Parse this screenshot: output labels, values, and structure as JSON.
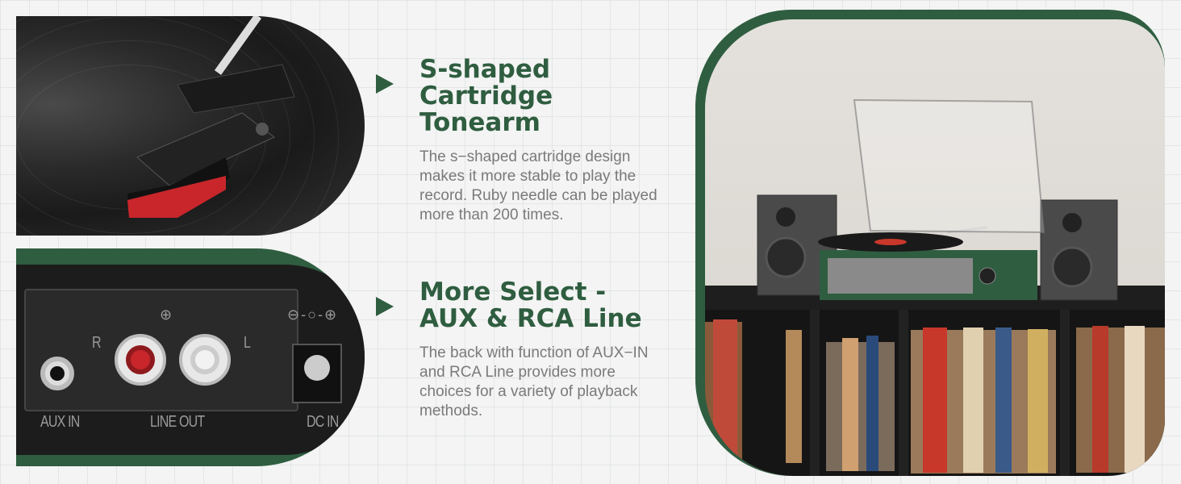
{
  "features": [
    {
      "title_line1": "S-shaped Cartridge",
      "title_line2": "Tonearm",
      "description": "The s−shaped cartridge design makes it more stable to play the record. Ruby needle can be played more than 200 times."
    },
    {
      "title_line1": "More Select -",
      "title_line2": "AUX & RCA Line",
      "description": "The back with function of AUX−IN and RCA Line provides more choices for a variety of playback methods."
    }
  ],
  "back_panel": {
    "aux_label": "AUX IN",
    "line_out_label": "LINE OUT",
    "dc_label": "DC IN",
    "right_channel": "R",
    "left_channel": "L"
  },
  "colors": {
    "brand_green": "#2f5d40",
    "text_gray": "#7a7a7a",
    "rca_red": "#c8262b"
  }
}
